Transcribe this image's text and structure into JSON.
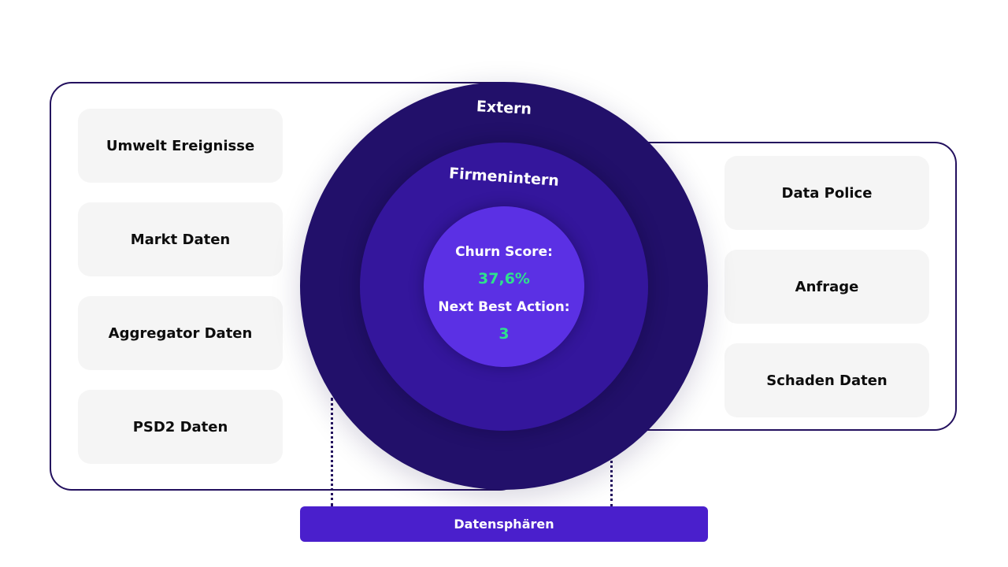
{
  "left_sources": [
    {
      "label": "Umwelt Ereignisse"
    },
    {
      "label": "Markt Daten"
    },
    {
      "label": "Aggregator Daten"
    },
    {
      "label": "PSD2 Daten"
    }
  ],
  "right_sources": [
    {
      "label": "Data Police"
    },
    {
      "label": "Anfrage"
    },
    {
      "label": "Schaden Daten"
    }
  ],
  "rings": {
    "outer_label": "Extern",
    "middle_label": "Firmenintern"
  },
  "center": {
    "churn_label": "Churn Score:",
    "churn_value": "37,6%",
    "nba_label": "Next Best Action:",
    "nba_value": "3"
  },
  "footer": {
    "label": "Datensphären"
  },
  "colors": {
    "outer_ring": "#22106a",
    "middle_ring": "#34169c",
    "inner_ring": "#5b30e4",
    "value_text": "#2fe08e",
    "bar": "#4a1fcc",
    "frame": "#23105e",
    "card": "#f5f5f5"
  }
}
